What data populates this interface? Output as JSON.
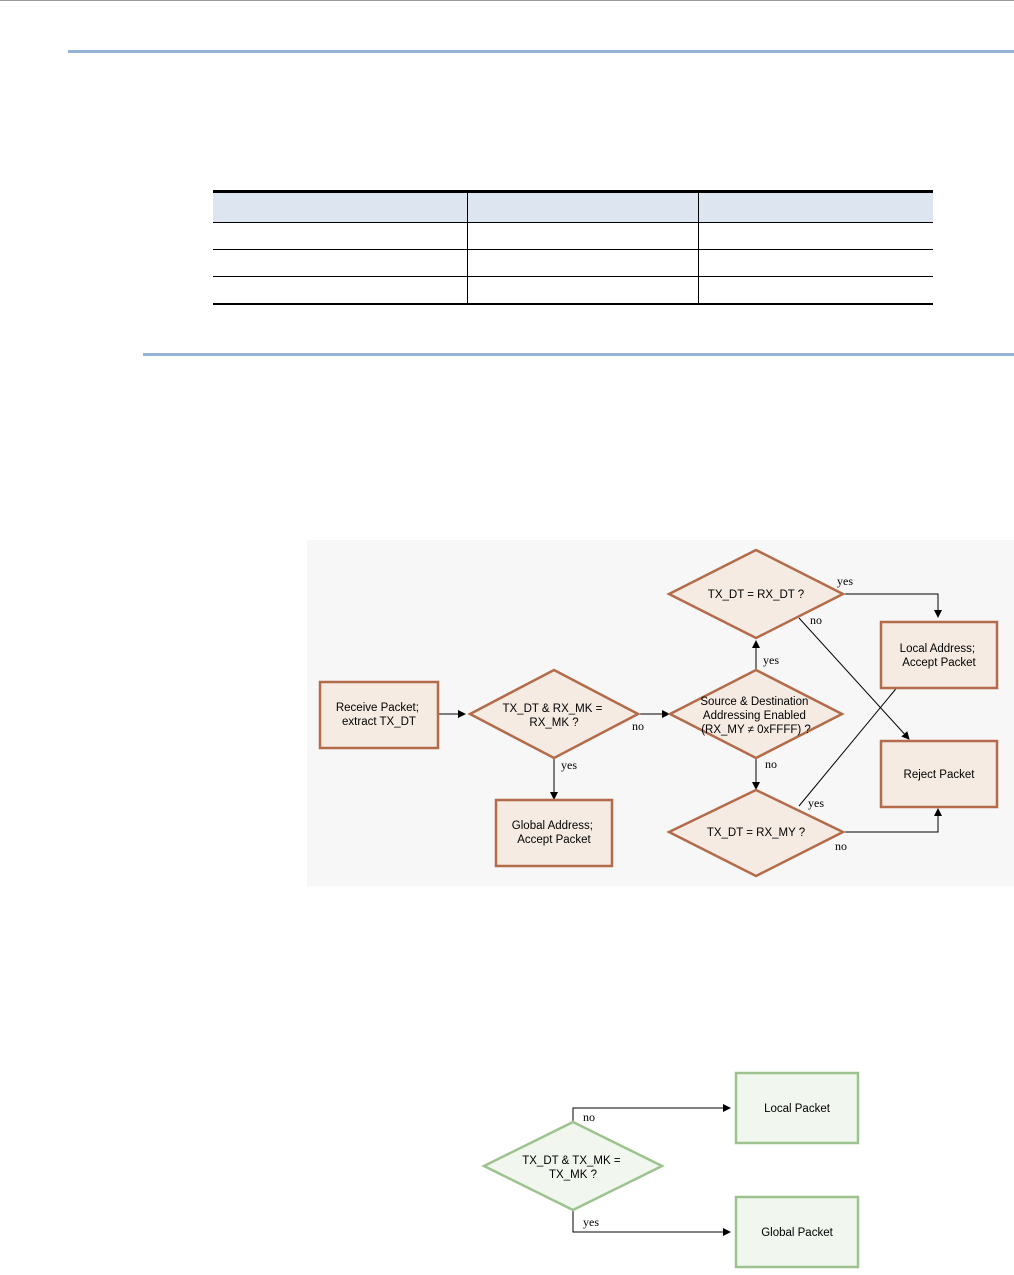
{
  "table": {
    "headers": [
      "",
      "",
      ""
    ],
    "rows": [
      [
        "",
        "",
        ""
      ],
      [
        "",
        "",
        ""
      ],
      [
        "",
        "",
        ""
      ]
    ]
  },
  "receive_flowchart": {
    "nodes": {
      "receive_packet": [
        "Receive Packet;",
        "extract TX_DT"
      ],
      "global_match": [
        "TX_DT & RX_MK =",
        "RX_MK ?"
      ],
      "global_accept": [
        "Global Address;",
        "Accept Packet"
      ],
      "src_dst_enabled": [
        "Source & Destination",
        "Addressing Enabled",
        "(RX_MY ≠ 0xFFFF) ?"
      ],
      "dt_match": [
        "TX_DT = RX_DT ?"
      ],
      "my_match": [
        "TX_DT = RX_MY ?"
      ],
      "local_accept": [
        "Local Address;",
        "Accept Packet"
      ],
      "reject": [
        "Reject Packet"
      ]
    },
    "edge_labels": {
      "global_yes": "yes",
      "global_no": "no",
      "src_dst_yes": "yes",
      "src_dst_no": "no",
      "dt_yes": "yes",
      "dt_no": "no",
      "my_yes": "yes",
      "my_no": "no"
    }
  },
  "transmit_flowchart": {
    "nodes": {
      "decision": [
        "TX_DT & TX_MK =",
        "TX_MK ?"
      ],
      "local_packet": [
        "Local Packet"
      ],
      "global_packet": [
        "Global Packet"
      ]
    },
    "edge_labels": {
      "no": "no",
      "yes": "yes"
    }
  },
  "colors": {
    "section_rule": "#95b3d7",
    "receive_shape_fill": "#f5ebe3",
    "receive_shape_border": "#b36b4a",
    "transmit_shape_fill": "#f1f6ee",
    "transmit_shape_border": "#9cc38f",
    "table_header_fill": "#dde5f0"
  }
}
